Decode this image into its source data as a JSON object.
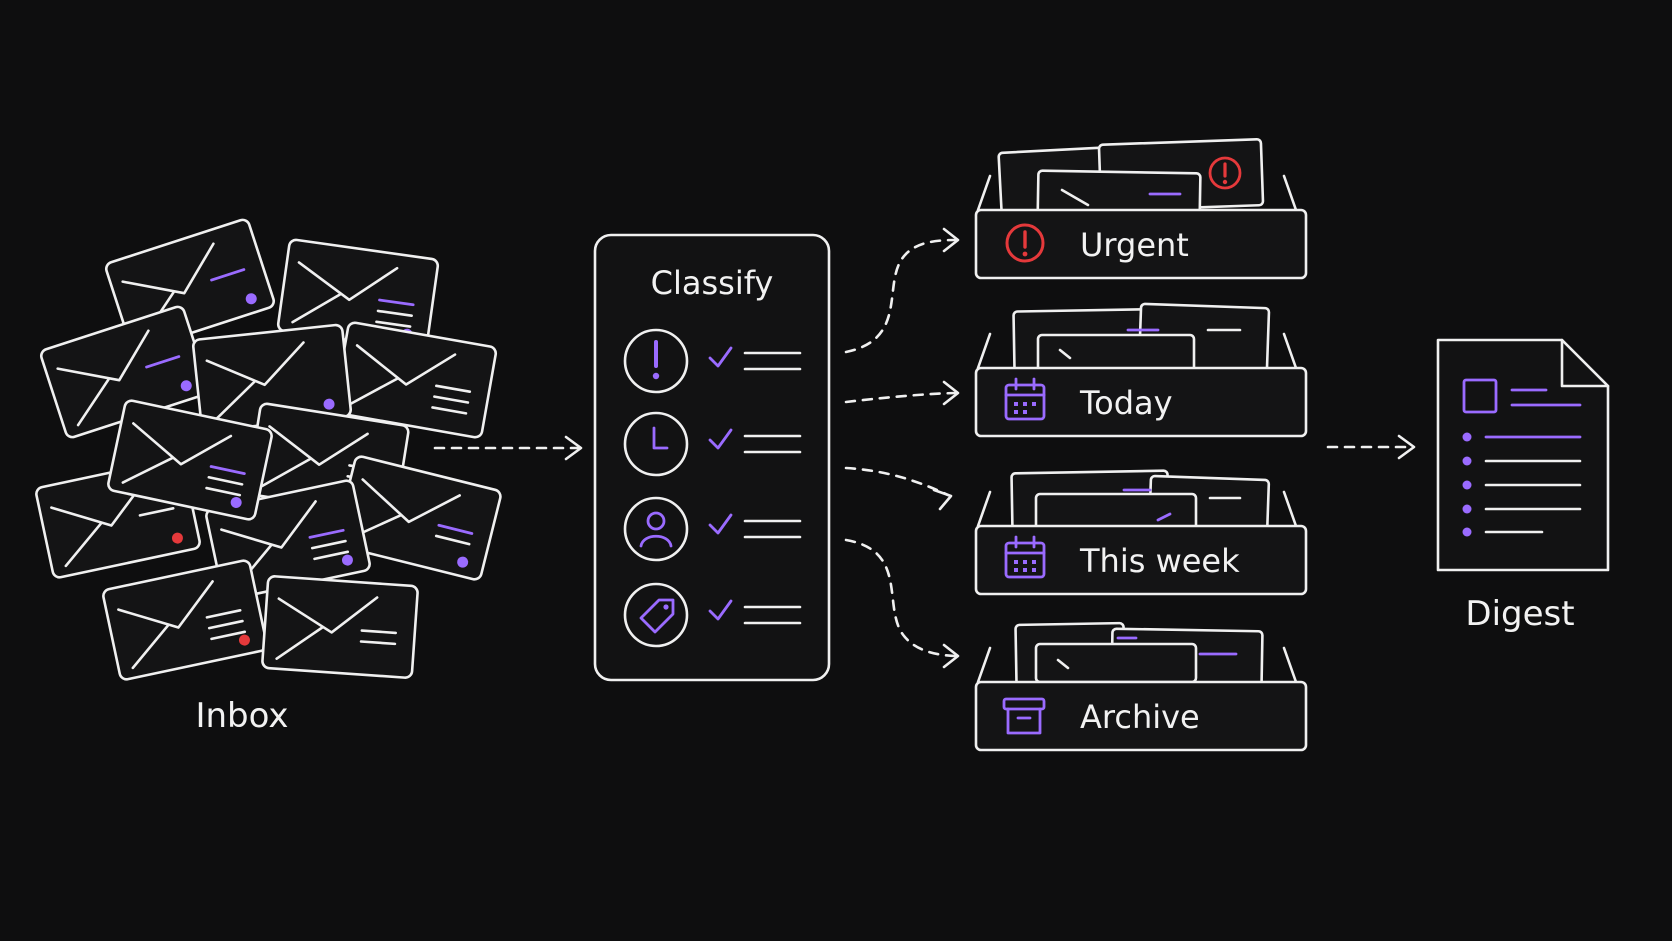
{
  "inbox": {
    "label": "Inbox"
  },
  "classify": {
    "title": "Classify",
    "criteria": [
      {
        "icon": "exclamation-icon"
      },
      {
        "icon": "clock-icon"
      },
      {
        "icon": "person-icon"
      },
      {
        "icon": "tag-icon"
      }
    ]
  },
  "buckets": [
    {
      "label": "Urgent",
      "icon": "alert-circle-icon",
      "icon_color": "#e5393b"
    },
    {
      "label": "Today",
      "icon": "calendar-icon",
      "icon_color": "#9a6bff"
    },
    {
      "label": "This week",
      "icon": "calendar-icon",
      "icon_color": "#9a6bff"
    },
    {
      "label": "Archive",
      "icon": "archive-box-icon",
      "icon_color": "#9a6bff"
    }
  ],
  "digest": {
    "label": "Digest"
  },
  "colors": {
    "background": "#0e0e0f",
    "line": "#f0f0f0",
    "accent": "#9a6bff",
    "alert": "#e5393b"
  }
}
